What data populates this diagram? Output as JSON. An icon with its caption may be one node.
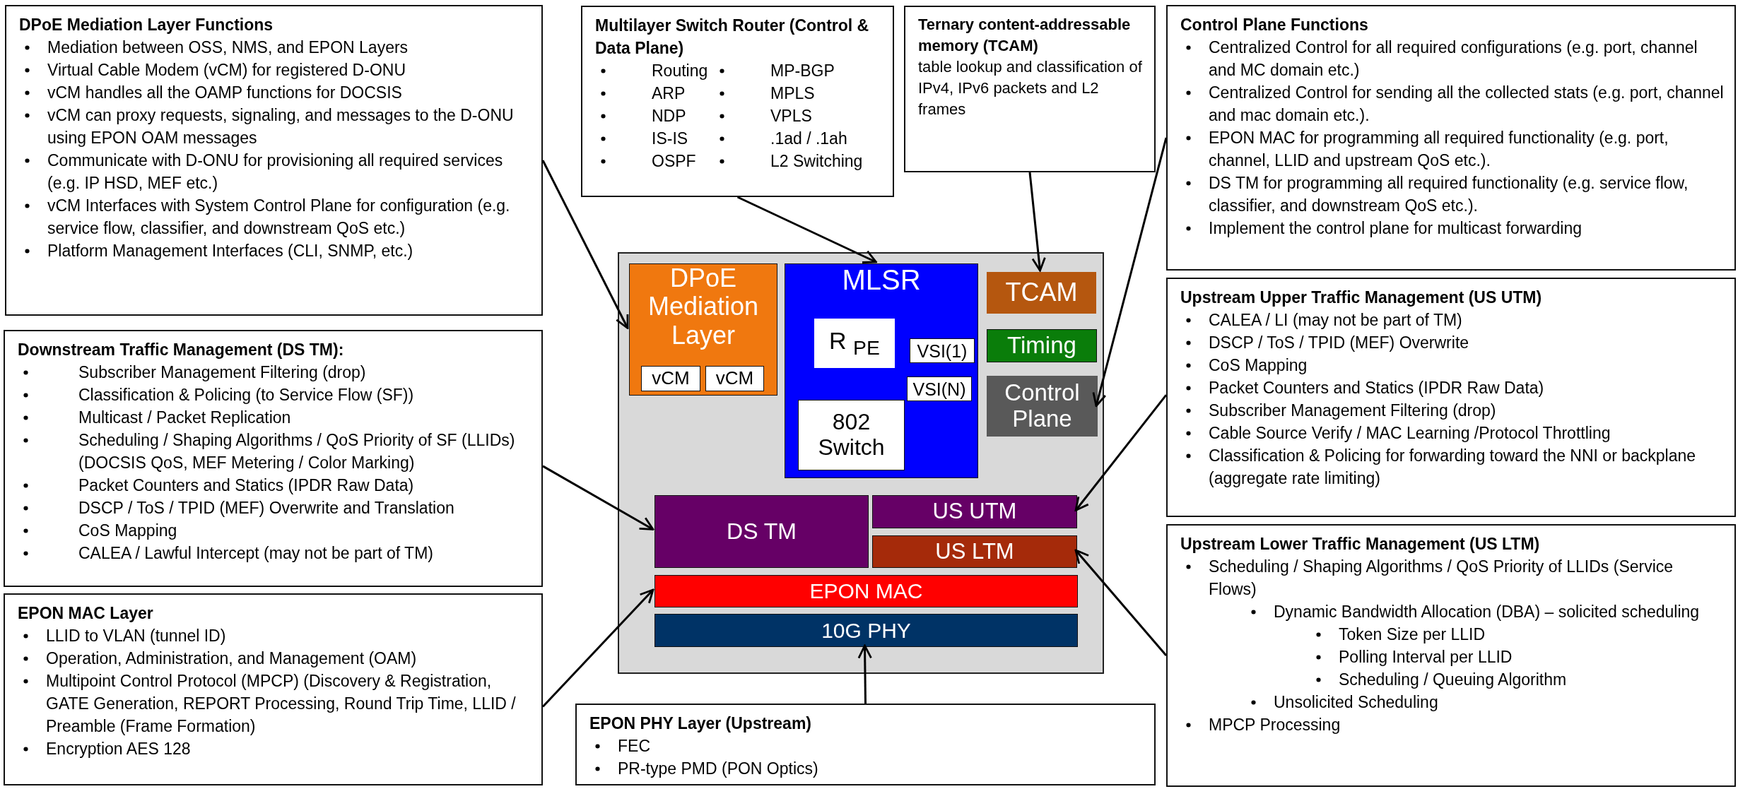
{
  "diagram": {
    "nodes": [
      {
        "text": [
          "DPoE Mediation Layer Functions",
          "Mediation between OSS, NMS, and EPON Layers",
          "Virtual Cable Modem (vCM) for registered D-ONU",
          "vCM handles all the OAMP functions for DOCSIS",
          "vCM can proxy requests, signaling, and messages to the D-ONU using EPON OAM messages",
          "Communicate with D-ONU for provisioning all required services (e.g. IP HSD, MEF etc.)",
          "vCM Interfaces with System Control Plane for configuration (e.g. service flow, classifier, and downstream QoS etc.)",
          "Platform Management Interfaces (CLI, SNMP, etc.)"
        ]
      },
      {
        "text": [
          "Multilayer Switch Router (Control & Data Plane)",
          "Routing",
          "ARP",
          "NDP",
          "IS-IS",
          "OSPF",
          "MP-BGP",
          "MPLS",
          "VPLS",
          ".1ad / .1ah",
          "L2 Switching"
        ]
      },
      {
        "text": [
          "Ternary content-addressable memory (TCAM)",
          "table lookup and classification of IPv4, IPv6 packets and L2 frames"
        ]
      },
      {
        "text": [
          "Control Plane Functions",
          "Centralized Control for all required configurations (e.g. port, channel and MC domain etc.)",
          "Centralized Control for sending all the collected stats (e.g. port, channel and mac domain etc.).",
          "EPON MAC for programming all required functionality (e.g. port, channel, LLID and upstream QoS etc.).",
          "DS TM for programming all required functionality (e.g. service flow, classifier, and downstream QoS etc.).",
          "Implement the control plane for multicast forwarding"
        ]
      },
      {
        "text": [],
        "shape": "box"
      },
      {
        "text": [
          "DPoE Mediation Layer"
        ],
        "in": 4
      },
      {
        "text": [
          "vCM"
        ],
        "in": 5
      },
      {
        "text": [
          "vCM"
        ],
        "in": 5
      },
      {
        "text": [
          "MLSR"
        ],
        "in": 4
      },
      {
        "text": [
          "R $_{PE}$"
        ],
        "in": 8
      },
      {
        "text": [
          "VSI(1)"
        ],
        "in": 8
      },
      {
        "text": [
          "VSI(N)"
        ],
        "in": 8
      },
      {
        "text": [
          "802 Switch"
        ],
        "in": 8
      },
      {
        "text": [
          "TCAM"
        ],
        "in": 4
      },
      {
        "text": [
          "Timing"
        ],
        "in": 4
      },
      {
        "text": [
          "Control Plane"
        ],
        "in": 4
      },
      {
        "text": [
          "Downstream Traffic Management (DS TM):",
          "Subscriber Management Filtering (drop)",
          "Classification & Policing (to Service Flow (SF))",
          "Multicast / Packet Replication",
          "Scheduling / Shaping Algorithms / QoS Priority of SF (LLIDs)(DOCSIS QoS, MEF Metering / Color Marking)",
          "Packet Counters and Statics (IPDR Raw Data)",
          "DSCP / ToS / TPID (MEF) Overwrite and Translation",
          "CoS Mapping",
          "CALEA / Lawful Intercept  (may not be part of TM)"
        ]
      },
      {
        "text": [
          "Upstream Upper Traffic Management (US UTM)",
          "CALEA / LI (may not be part of TM)",
          "DSCP / ToS / TPID (MEF) Overwrite",
          "CoS Mapping",
          "Packet Counters and Statics (IPDR Raw Data)",
          "Subscriber Management Filtering (drop)",
          "Cable Source Verify / MAC Learning /Protocol Throttling",
          "Classification & Policing for forwarding toward the NNI or backplane (aggregate rate limiting)"
        ]
      },
      {
        "text": [
          "DS TM"
        ],
        "in": 4
      },
      {
        "text": [
          "US UTM"
        ],
        "in": 4
      },
      {
        "text": [
          "US LTM"
        ],
        "in": 4
      },
      {
        "text": [
          "EPON MAC"
        ],
        "in": 4
      },
      {
        "text": [
          "10G PHY"
        ],
        "in": 4
      },
      {
        "text": [
          "EPON MAC Layer",
          "LLID to VLAN (tunnel ID)",
          "Operation, Administration, and Management (OAM)",
          "Multipoint Control Protocol (MPCP) (Discovery & Registration, GATE Generation, REPORT Processing, Round Trip Time, LLID / Preamble (Frame Formation)",
          "Encryption AES 128"
        ]
      },
      {
        "text": [
          "Upstream Lower Traffic Management (US LTM)",
          "Scheduling / Shaping Algorithms / QoS Priority of LLIDs (Service Flows)",
          "Dynamic Bandwidth Allocation (DBA) – solicited scheduling",
          "Token Size per LLID",
          "Polling Interval per LLID",
          "Scheduling / Queuing Algorithm",
          "Unsolicited Scheduling",
          "MPCP Processing"
        ]
      },
      {
        "text": [
          "EPON PHY Layer (Upstream)",
          "FEC",
          "PR-type PMD (PON Optics)"
        ]
      }
    ],
    "edges": [
      {
        "from": 0,
        "to": 5,
        "arrow": "to"
      },
      {
        "from": 1,
        "to": 8,
        "arrow": "to"
      },
      {
        "from": 2,
        "to": 13,
        "arrow": "to"
      },
      {
        "from": 3,
        "to": 15,
        "arrow": "to"
      },
      {
        "from": 16,
        "to": 18,
        "arrow": "to"
      },
      {
        "from": 17,
        "to": 19,
        "arrow": "to"
      },
      {
        "from": 23,
        "to": 21,
        "arrow": "to"
      },
      {
        "from": 25,
        "to": 22,
        "arrow": "to"
      },
      {
        "from": 24,
        "to": 20,
        "arrow": "to"
      }
    ]
  }
}
